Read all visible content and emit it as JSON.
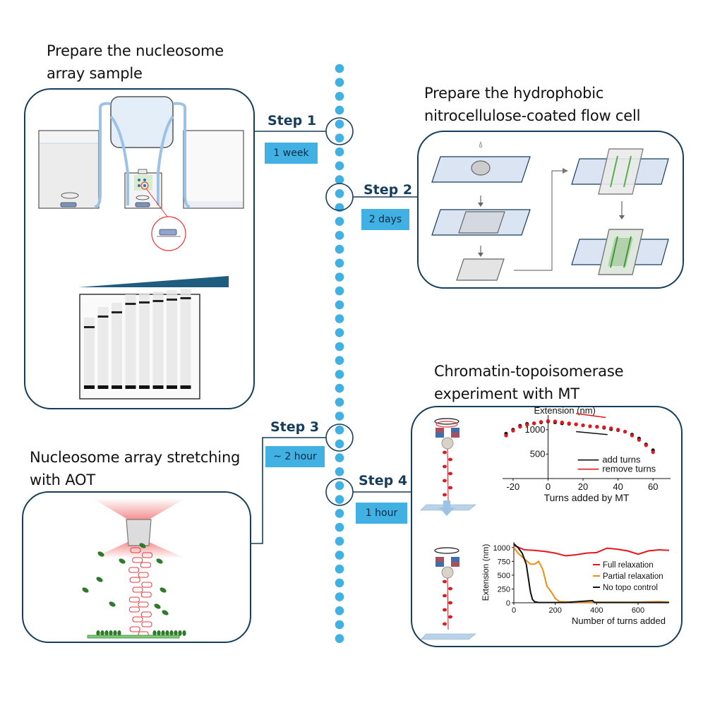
{
  "colors": {
    "timeline_dot": "#41b0e2",
    "panel_border": "#163d5c",
    "duration_box": "#41b0e2",
    "step_text": "#163d5c",
    "full_relaxation": "#e8161b",
    "partial_relaxation": "#f28c0f",
    "no_topo": "#111111"
  },
  "sections": {
    "step1": {
      "title_line1": "Prepare the nucleosome",
      "title_line2": "array sample",
      "step": "Step 1",
      "duration": "1 week"
    },
    "step2": {
      "title_line1": "Prepare the hydrophobic",
      "title_line2": "nitrocellulose-coated flow cell",
      "step": "Step 2",
      "duration": "2 days"
    },
    "step3": {
      "title_line1": "Nucleosome array stretching",
      "title_line2": "with AOT",
      "step": "Step 3",
      "duration": "~ 2 hour"
    },
    "step4": {
      "title_line1": "Chromatin-topoisomerase",
      "title_line2": "experiment with MT",
      "step": "Step 4",
      "duration": "1 hour"
    }
  },
  "chart_data": [
    {
      "type": "scatter",
      "title": "Extension (nm)",
      "xlabel": "Turns added by MT",
      "ylabel": "Extension (nm)",
      "xlim": [
        -26,
        70
      ],
      "ylim": [
        0,
        1300
      ],
      "xticks": [
        "-20",
        "0",
        "20",
        "40",
        "60"
      ],
      "xtick_values": [
        -20,
        0,
        20,
        40,
        60
      ],
      "yticks": [
        "500",
        "1000"
      ],
      "ytick_values": [
        500,
        1000
      ],
      "legend": [
        "add turns",
        "remove turns"
      ],
      "legend_position": "bottom-right",
      "series": [
        {
          "name": "add turns",
          "color": "#111111",
          "x": [
            -24,
            -20,
            -16,
            -12,
            -8,
            -4,
            0,
            4,
            8,
            12,
            16,
            20,
            24,
            28,
            32,
            36,
            40,
            44,
            48,
            52,
            56,
            60
          ],
          "y": [
            920,
            1000,
            1080,
            1120,
            1130,
            1150,
            1170,
            1150,
            1130,
            1120,
            1110,
            1090,
            1070,
            1060,
            1040,
            1010,
            990,
            960,
            900,
            820,
            700,
            580
          ]
        },
        {
          "name": "remove turns",
          "color": "#e8161b",
          "x": [
            -24,
            -20,
            -16,
            -12,
            -8,
            -4,
            0,
            4,
            8,
            12,
            16,
            20,
            24,
            28,
            32,
            36,
            40,
            44,
            48,
            52,
            56,
            60
          ],
          "y": [
            880,
            980,
            1060,
            1100,
            1130,
            1160,
            1180,
            1170,
            1150,
            1130,
            1110,
            1090,
            1070,
            1060,
            1050,
            1030,
            1000,
            960,
            880,
            790,
            680,
            540
          ]
        }
      ],
      "annotations": [
        "red arrow pointing left (remove)",
        "black arrow pointing right (add)"
      ]
    },
    {
      "type": "line",
      "xlabel": "Number of turns added",
      "ylabel": "Extension (nm)",
      "xlim": [
        0,
        750
      ],
      "ylim": [
        0,
        1100
      ],
      "xticks": [
        "0",
        "200",
        "400",
        "600"
      ],
      "xtick_values": [
        0,
        200,
        400,
        600
      ],
      "yticks": [
        "0",
        "250",
        "500",
        "750",
        "1000"
      ],
      "ytick_values": [
        0,
        250,
        500,
        750,
        1000
      ],
      "legend": [
        "Full relaxation",
        "Partial relaxation",
        "No topo control"
      ],
      "legend_position": "right",
      "series": [
        {
          "name": "Full relaxation",
          "color": "#e8161b",
          "x": [
            0,
            50,
            100,
            150,
            200,
            250,
            300,
            350,
            400,
            450,
            500,
            550,
            600,
            650,
            700,
            750
          ],
          "y": [
            1040,
            960,
            950,
            930,
            900,
            850,
            870,
            900,
            910,
            990,
            970,
            940,
            880,
            940,
            960,
            950
          ]
        },
        {
          "name": "Partial relaxation",
          "color": "#f28c0f",
          "x": [
            0,
            20,
            50,
            80,
            100,
            120,
            140,
            160,
            180,
            200,
            220,
            300,
            400,
            500,
            600,
            700,
            750
          ],
          "y": [
            1000,
            900,
            800,
            700,
            700,
            750,
            600,
            300,
            200,
            80,
            20,
            10,
            10,
            10,
            10,
            20,
            10
          ]
        },
        {
          "name": "No topo control",
          "color": "#111111",
          "x": [
            0,
            20,
            40,
            60,
            70,
            80,
            90,
            100,
            120,
            150,
            200,
            250,
            380,
            390,
            400,
            500,
            600,
            750
          ],
          "y": [
            1070,
            1000,
            900,
            700,
            450,
            200,
            60,
            20,
            5,
            5,
            5,
            5,
            40,
            5,
            5,
            5,
            5,
            5
          ]
        }
      ]
    }
  ]
}
